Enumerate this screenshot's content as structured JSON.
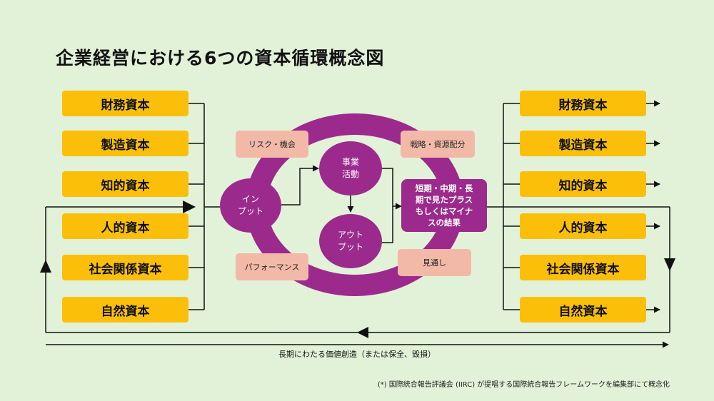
{
  "title": "企業経営における6つの資本循環概念図",
  "capitals_left": [
    "財務資本",
    "製造資本",
    "知的資本",
    "人的資本",
    "社会関係資本",
    "自然資本"
  ],
  "capitals_right": [
    "財務資本",
    "製造資本",
    "知的資本",
    "人的資本",
    "社会関係資本",
    "自然資本"
  ],
  "cycle": {
    "input": "イン\nプット",
    "business": "事業\n活動",
    "output": "アウト\nプット",
    "result": "短期・中期・長\n期で見たプラス\nもしくはマイナ\nスの結果",
    "risk": "リスク・機会",
    "strategy": "戦略・資源配分",
    "performance": "パフォーマンス",
    "outlook": "見通し"
  },
  "timeline_label": "長期にわたる価値創造（または保全、毀損）",
  "footnote": "(*) 国際統合報告評議会 (IIRC) が提唱する国際統合報告フレームワークを編集部にて概念化",
  "colors": {
    "background": "#e2f2d8",
    "capital_box": "#fbbf0a",
    "purple": "#9b2a8c",
    "tag_box": "#f3b9a8"
  }
}
